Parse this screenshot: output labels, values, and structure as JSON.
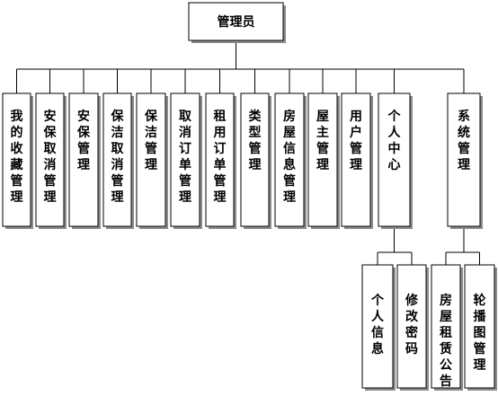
{
  "root": {
    "id": "root",
    "label": "管理员"
  },
  "children": [
    {
      "id": "my-favorites",
      "label": "我的收藏管理"
    },
    {
      "id": "security-cancel",
      "label": "安保取消管理"
    },
    {
      "id": "security",
      "label": "安保管理"
    },
    {
      "id": "cleaning-cancel",
      "label": "保洁取消管理"
    },
    {
      "id": "cleaning",
      "label": "保洁管理"
    },
    {
      "id": "cancel-order",
      "label": "取消订单管理"
    },
    {
      "id": "rental-order",
      "label": "租用订单管理"
    },
    {
      "id": "type",
      "label": "类型管理"
    },
    {
      "id": "house-info",
      "label": "房屋信息管理"
    },
    {
      "id": "landlord",
      "label": "屋主管理"
    },
    {
      "id": "user",
      "label": "用户管理"
    },
    {
      "id": "personal-center",
      "label": "个人中心",
      "children": [
        {
          "id": "personal-info",
          "label": "个人信息"
        },
        {
          "id": "change-password",
          "label": "修改密码"
        }
      ]
    },
    {
      "id": "system",
      "label": "系统管理",
      "children": [
        {
          "id": "rental-notice",
          "label": "房屋租赁公告"
        },
        {
          "id": "carousel",
          "label": "轮播图管理"
        }
      ]
    }
  ]
}
